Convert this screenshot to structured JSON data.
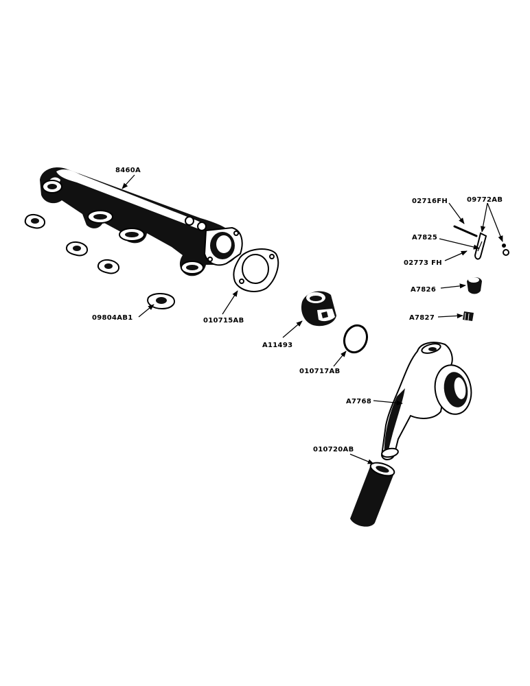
{
  "labels": {
    "manifold": "8460A",
    "gasket_small": "09804AB1",
    "gasket_outlet": "010715AB",
    "thermostat": "A11493",
    "o_ring": "010717AB",
    "water_outlet": "A7768",
    "hose": "010720AB",
    "pin": "02716FH",
    "nut": "09772AB",
    "bolt": "A7825",
    "pin_b": "02773 FH",
    "cap": "A7826",
    "plug": "A7827"
  }
}
